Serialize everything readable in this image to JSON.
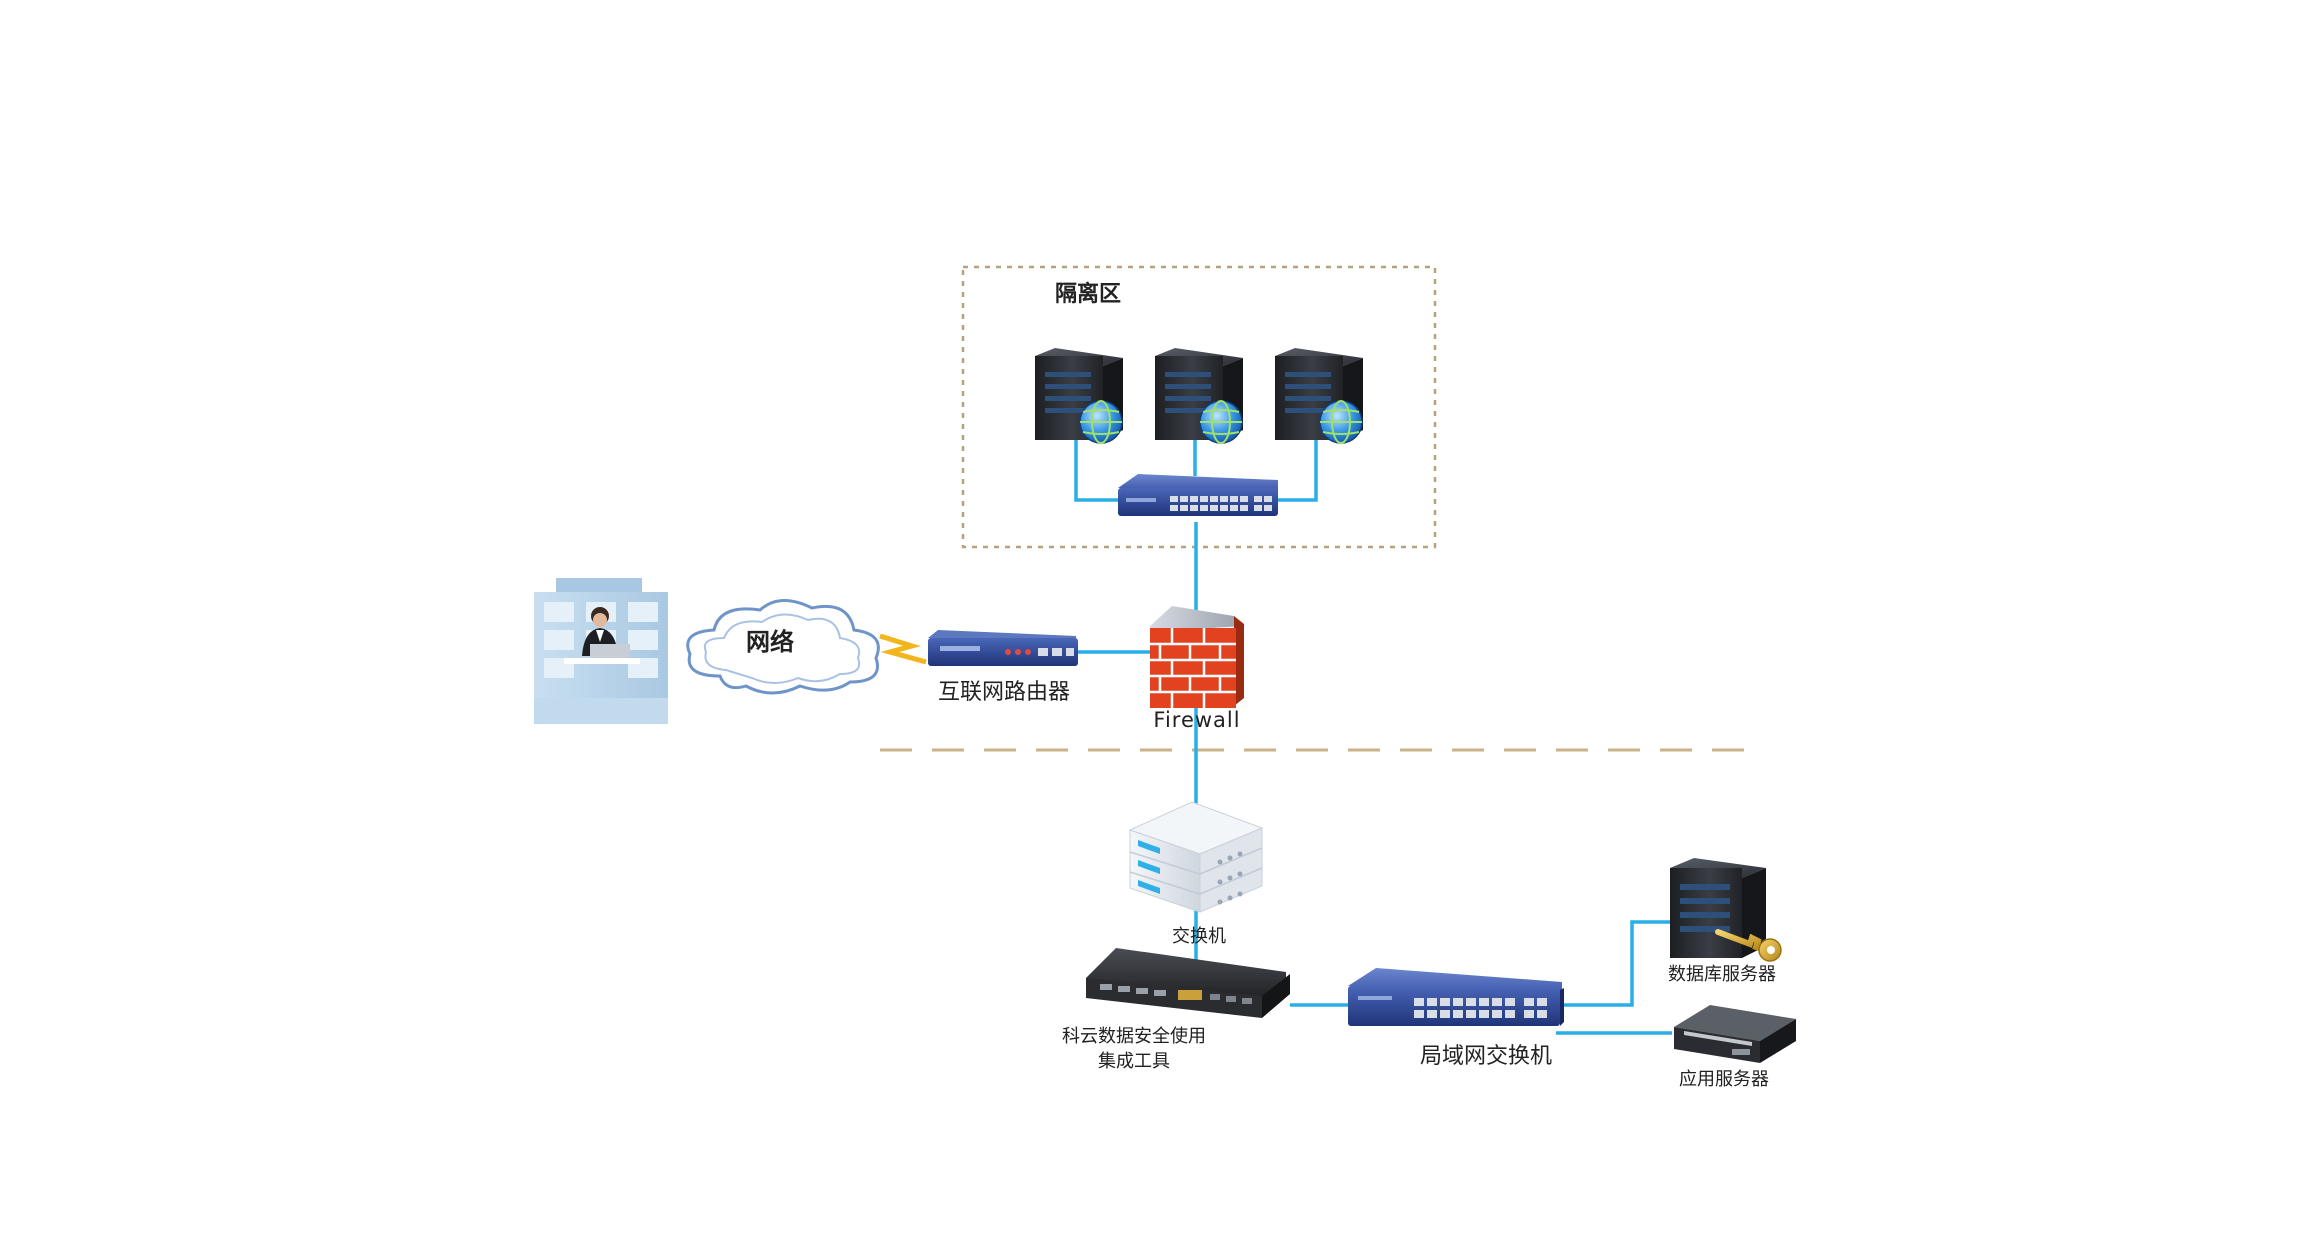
{
  "labels": {
    "dmz": "隔离区",
    "network": "网络",
    "internet_router": "互联网路由器",
    "firewall": "Firewall",
    "switch": "交换机",
    "security_tool_line1": "科云数据安全使用",
    "security_tool_line2": "集成工具",
    "lan_switch": "局域网交换机",
    "db_server": "数据库服务器",
    "app_server": "应用服务器"
  },
  "colors": {
    "link": "#29aee6",
    "dmz_border": "#b8a27a",
    "zone_divider": "#c9b48a",
    "firewall_brick": "#e2421f",
    "switch_blue": "#2d4a9a",
    "router_blue": "#2f4f95",
    "server_dark": "#2a2d33",
    "bolt": "#f2b51c",
    "cloud_edge": "#6f94c9"
  },
  "icons": {
    "user": "user-at-building-icon",
    "cloud": "cloud-icon",
    "router": "router-icon",
    "firewall": "firewall-brick-icon",
    "web_server": "web-server-globe-icon",
    "dmz_switch": "network-switch-icon",
    "core_switch": "stacked-switch-icon",
    "security_appliance": "rack-appliance-icon",
    "lan_switch": "network-switch-icon",
    "db_server": "server-key-icon",
    "app_server": "rack-server-icon"
  }
}
